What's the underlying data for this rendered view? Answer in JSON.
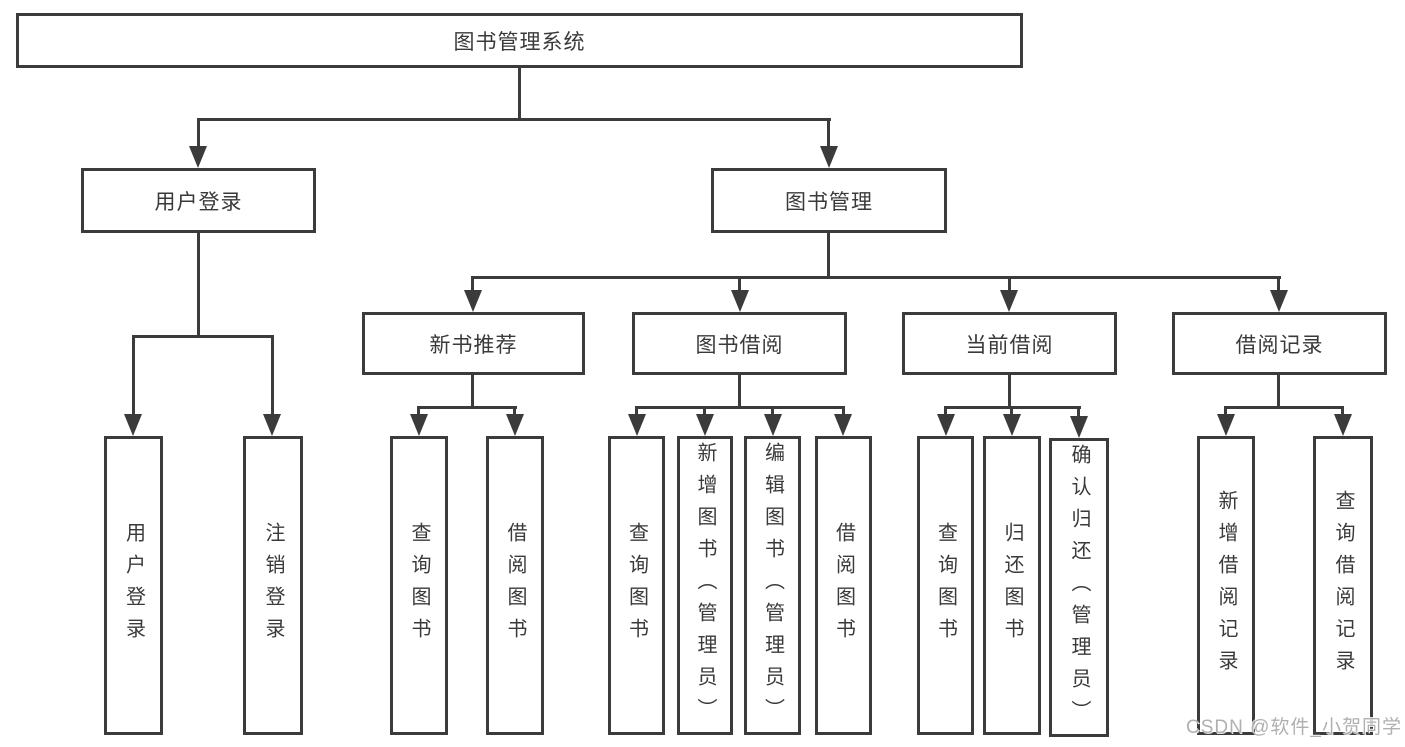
{
  "diagram": {
    "root": {
      "label": "图书管理系统"
    },
    "level2": [
      {
        "id": "user-login",
        "label": "用户登录"
      },
      {
        "id": "book-management",
        "label": "图书管理"
      }
    ],
    "level3": [
      {
        "id": "new-book-recommendation",
        "label": "新书推荐"
      },
      {
        "id": "book-borrowing",
        "label": "图书借阅"
      },
      {
        "id": "current-borrowing",
        "label": "当前借阅"
      },
      {
        "id": "borrowing-records",
        "label": "借阅记录"
      }
    ],
    "leaves": [
      {
        "parent": "用户登录",
        "label": "用户登录"
      },
      {
        "parent": "用户登录",
        "label": "注销登录"
      },
      {
        "parent": "新书推荐",
        "label": "查询图书"
      },
      {
        "parent": "新书推荐",
        "label": "借阅图书"
      },
      {
        "parent": "图书借阅",
        "label": "查询图书"
      },
      {
        "parent": "图书借阅",
        "label": "新增图书（管理员）"
      },
      {
        "parent": "图书借阅",
        "label": "编辑图书（管理员）"
      },
      {
        "parent": "图书借阅",
        "label": "借阅图书"
      },
      {
        "parent": "当前借阅",
        "label": "查询图书"
      },
      {
        "parent": "当前借阅",
        "label": "归还图书"
      },
      {
        "parent": "当前借阅",
        "label": "确认归还（管理员）"
      },
      {
        "parent": "借阅记录",
        "label": "新增借阅记录"
      },
      {
        "parent": "借阅记录",
        "label": "查询借阅记录"
      }
    ],
    "watermark": "CSDN @软件_小贺同学",
    "colors": {
      "line": "#3b3b3b",
      "text": "#3a3a3a",
      "watermark": "#b0b0b0",
      "background": "#ffffff"
    }
  }
}
